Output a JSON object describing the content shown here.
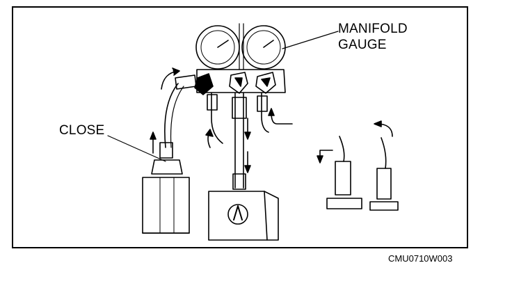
{
  "labels": {
    "manifold_line1": "MANIFOLD",
    "manifold_line2": "GAUGE",
    "close": "CLOSE"
  },
  "figure_code": "CMU0710W003"
}
